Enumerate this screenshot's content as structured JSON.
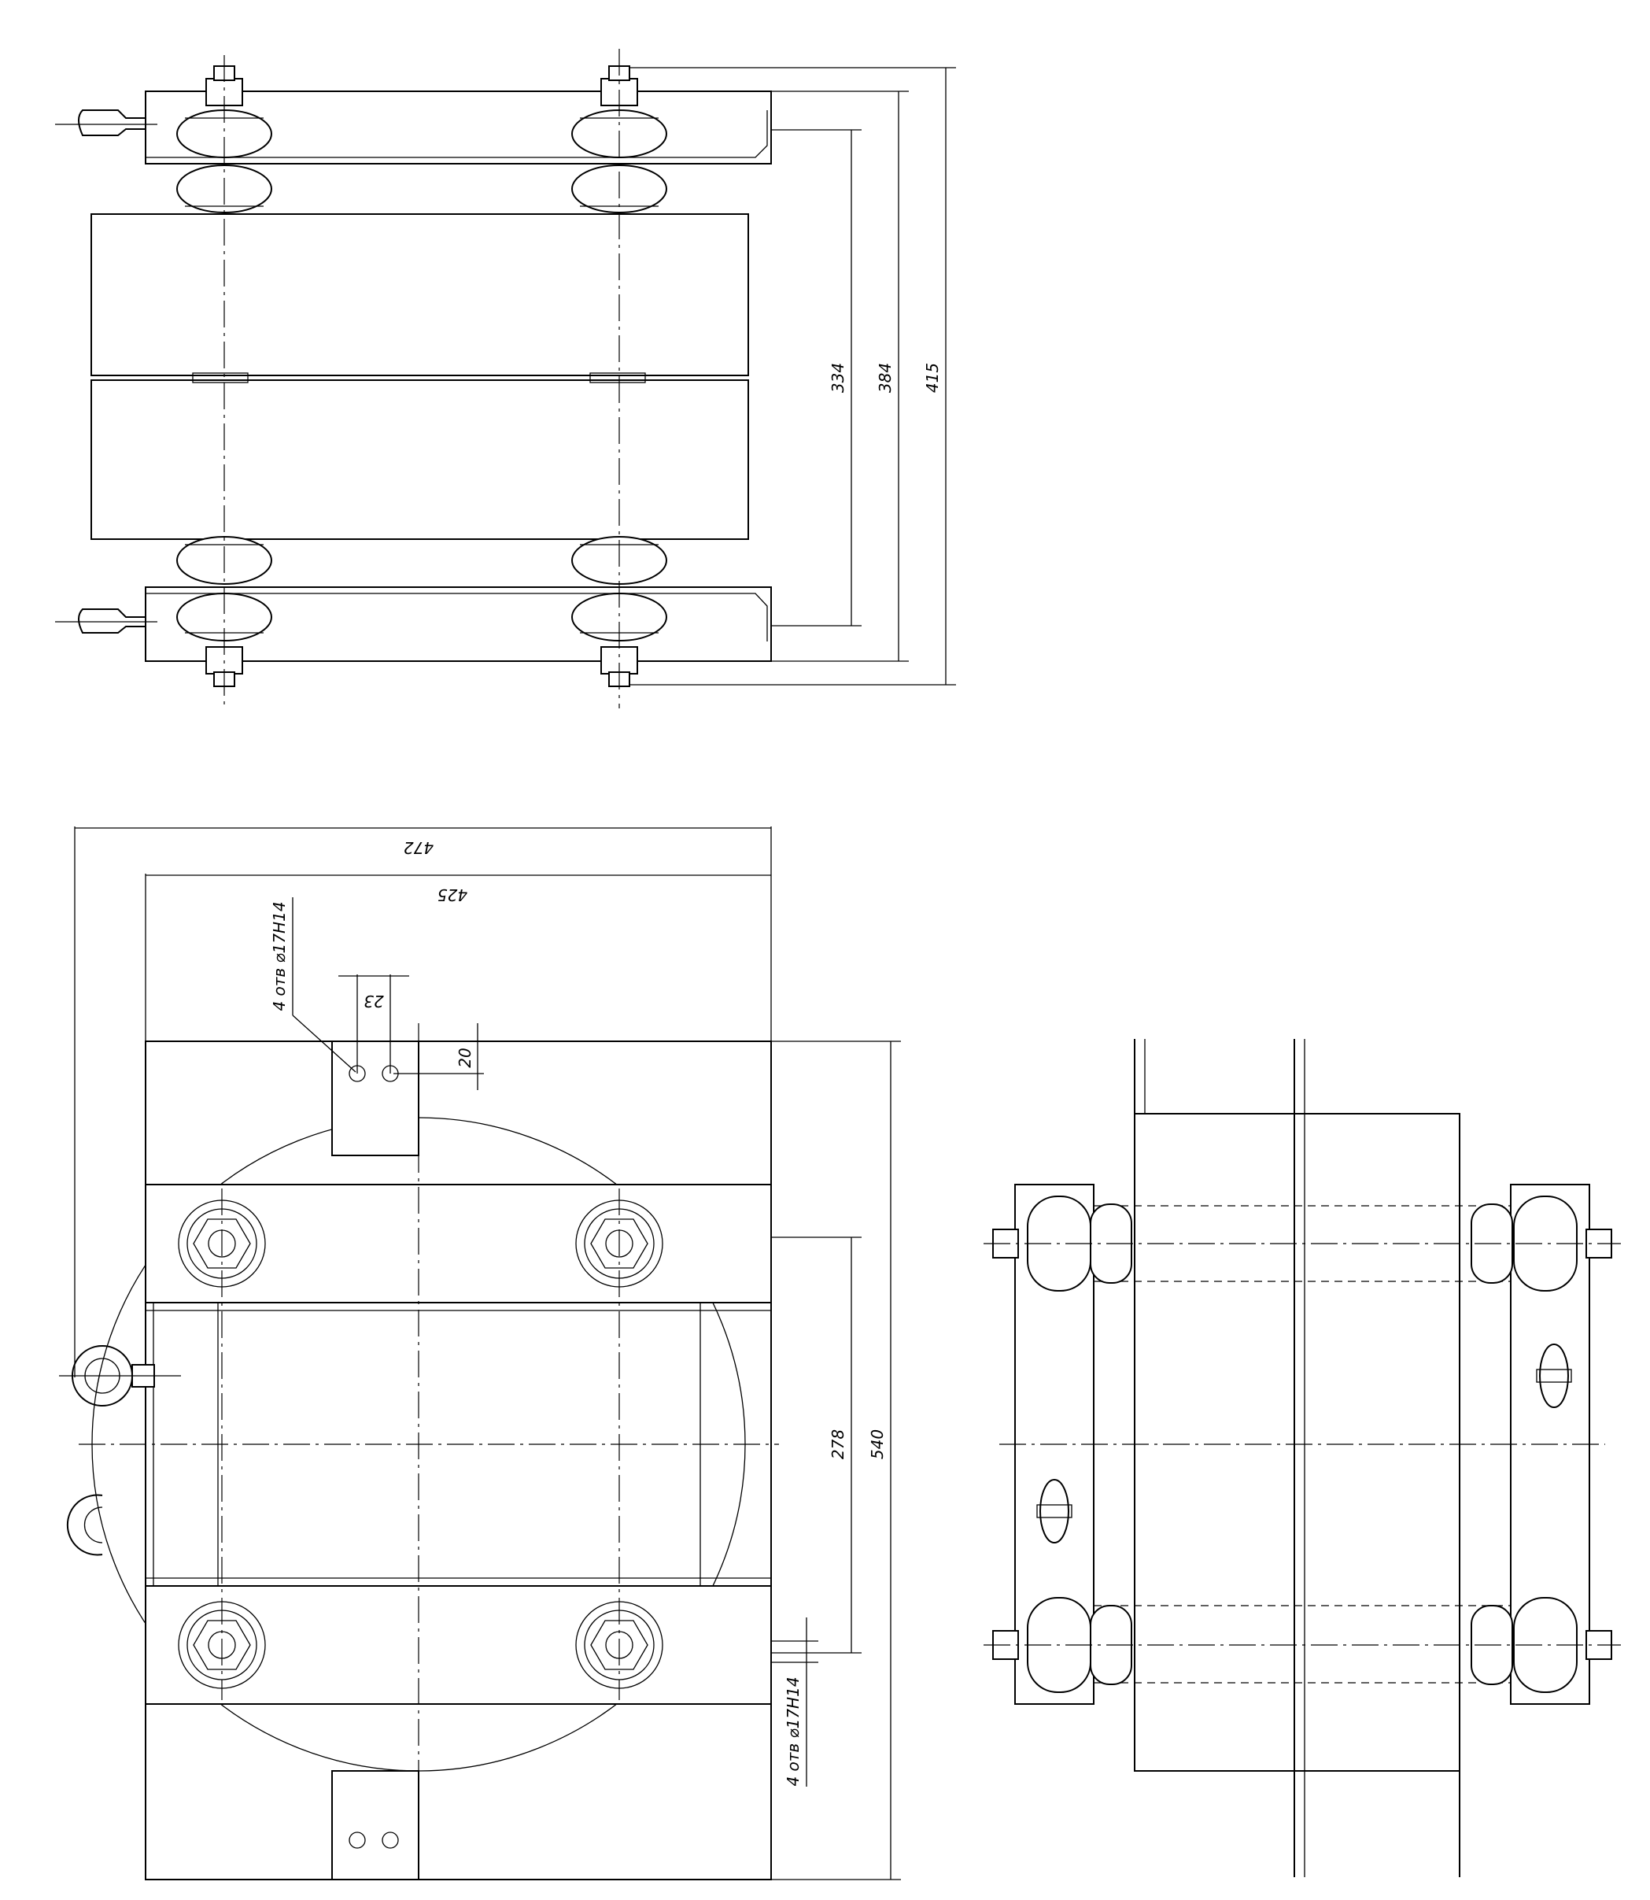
{
  "sheet": {
    "line_color": "#000000",
    "background": "#ffffff"
  },
  "dimensions": {
    "top_view": {
      "inner_height": "334",
      "mid_height": "384",
      "total_height": "415"
    },
    "front_view": {
      "total_width": "472",
      "bracket_width": "425",
      "hole_spacing": "23",
      "hole_offset": "20",
      "mount_spacing": "278",
      "total_height": "540"
    }
  },
  "notes": {
    "holes_top": "4 отв ⌀17Н14",
    "holes_bottom": "4 отв ⌀17Н14"
  }
}
